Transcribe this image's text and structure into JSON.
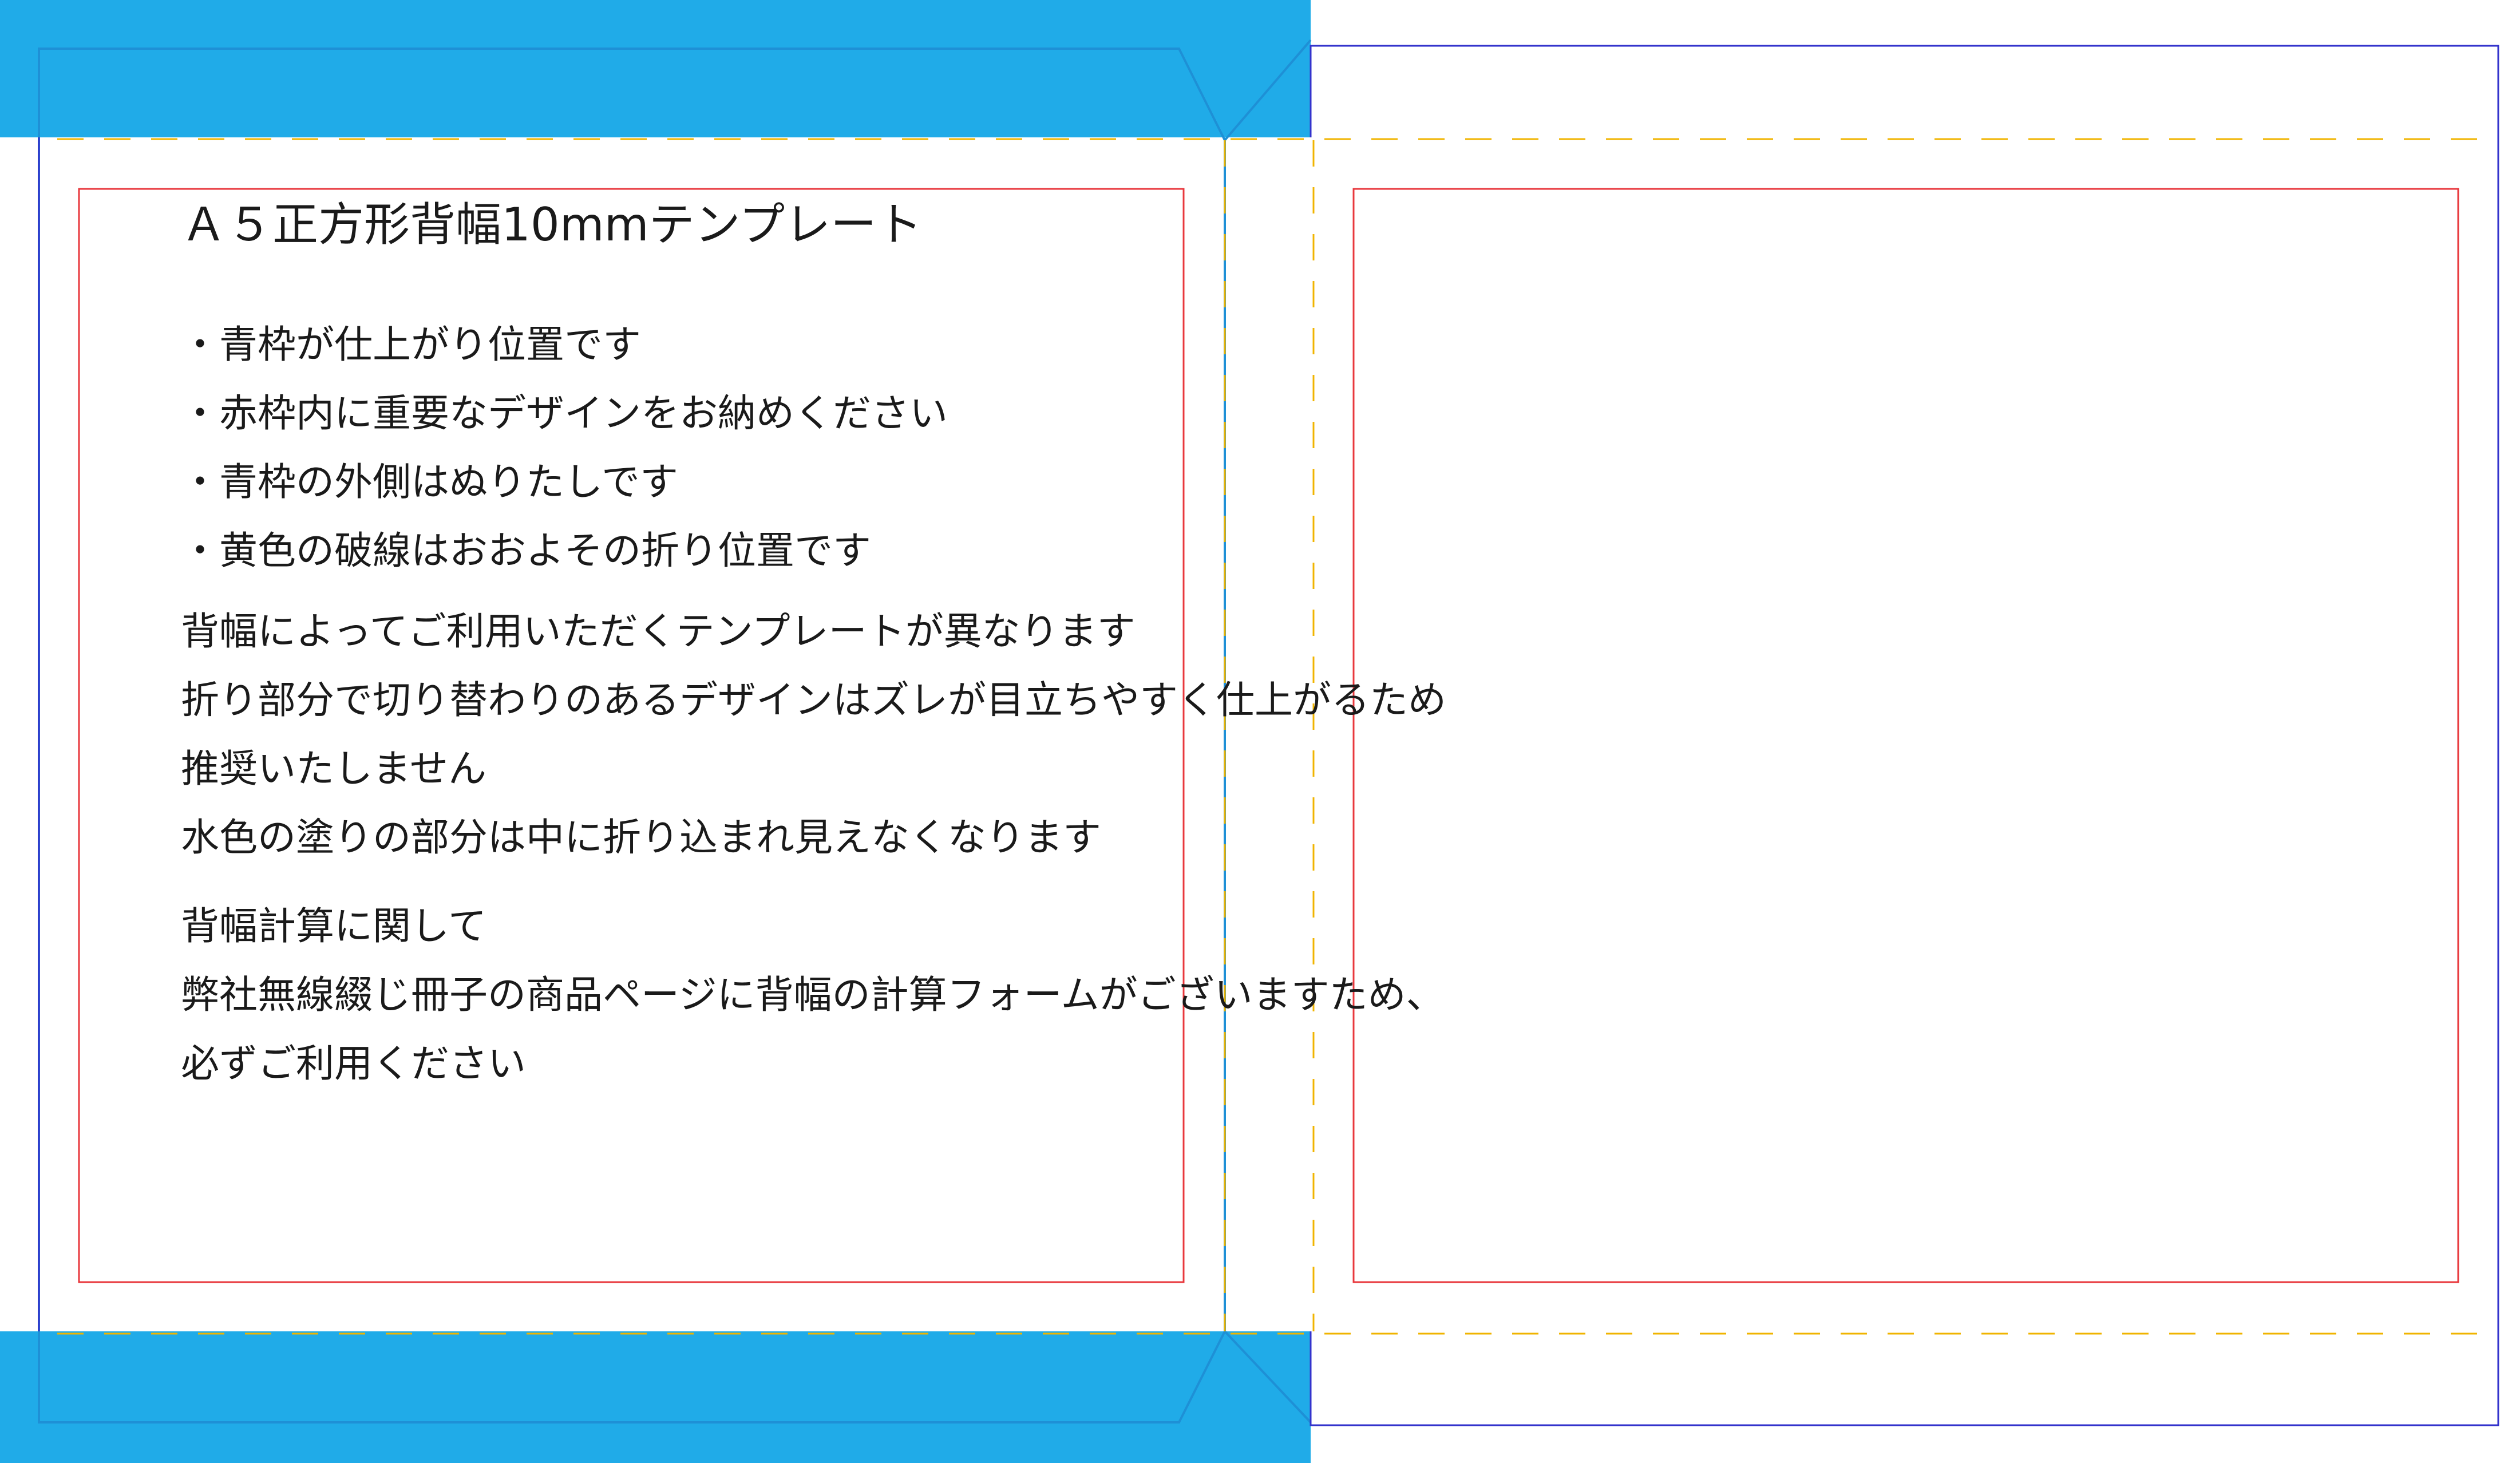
{
  "document": {
    "title": "Ａ５正方形背幅10mmテンプレート",
    "bullets": [
      "・青枠が仕上がり位置です",
      "・赤枠内に重要なデザインをお納めください",
      "・青枠の外側はぬりたしです",
      "・黄色の破線はおおよその折り位置です"
    ],
    "paragraph_1": [
      "背幅によってご利用いただくテンプレートが異なります",
      "折り部分で切り替わりのあるデザインはズレが目立ちやすく仕上がるため",
      "推奨いたしません",
      "水色の塗りの部分は中に折り込まれ見えなくなります"
    ],
    "paragraph_2": [
      "背幅計算に関して",
      "弊社無線綴じ冊子の商品ページに背幅の計算フォームがございますため、",
      "必ずご利用ください"
    ]
  },
  "colors": {
    "fold_in_fill": "#20abe8",
    "trim_line": "#3333cc",
    "safe_line": "#e8383d",
    "fold_guide": "#f0b400",
    "text": "#1a1a1a",
    "background": "#ffffff"
  }
}
